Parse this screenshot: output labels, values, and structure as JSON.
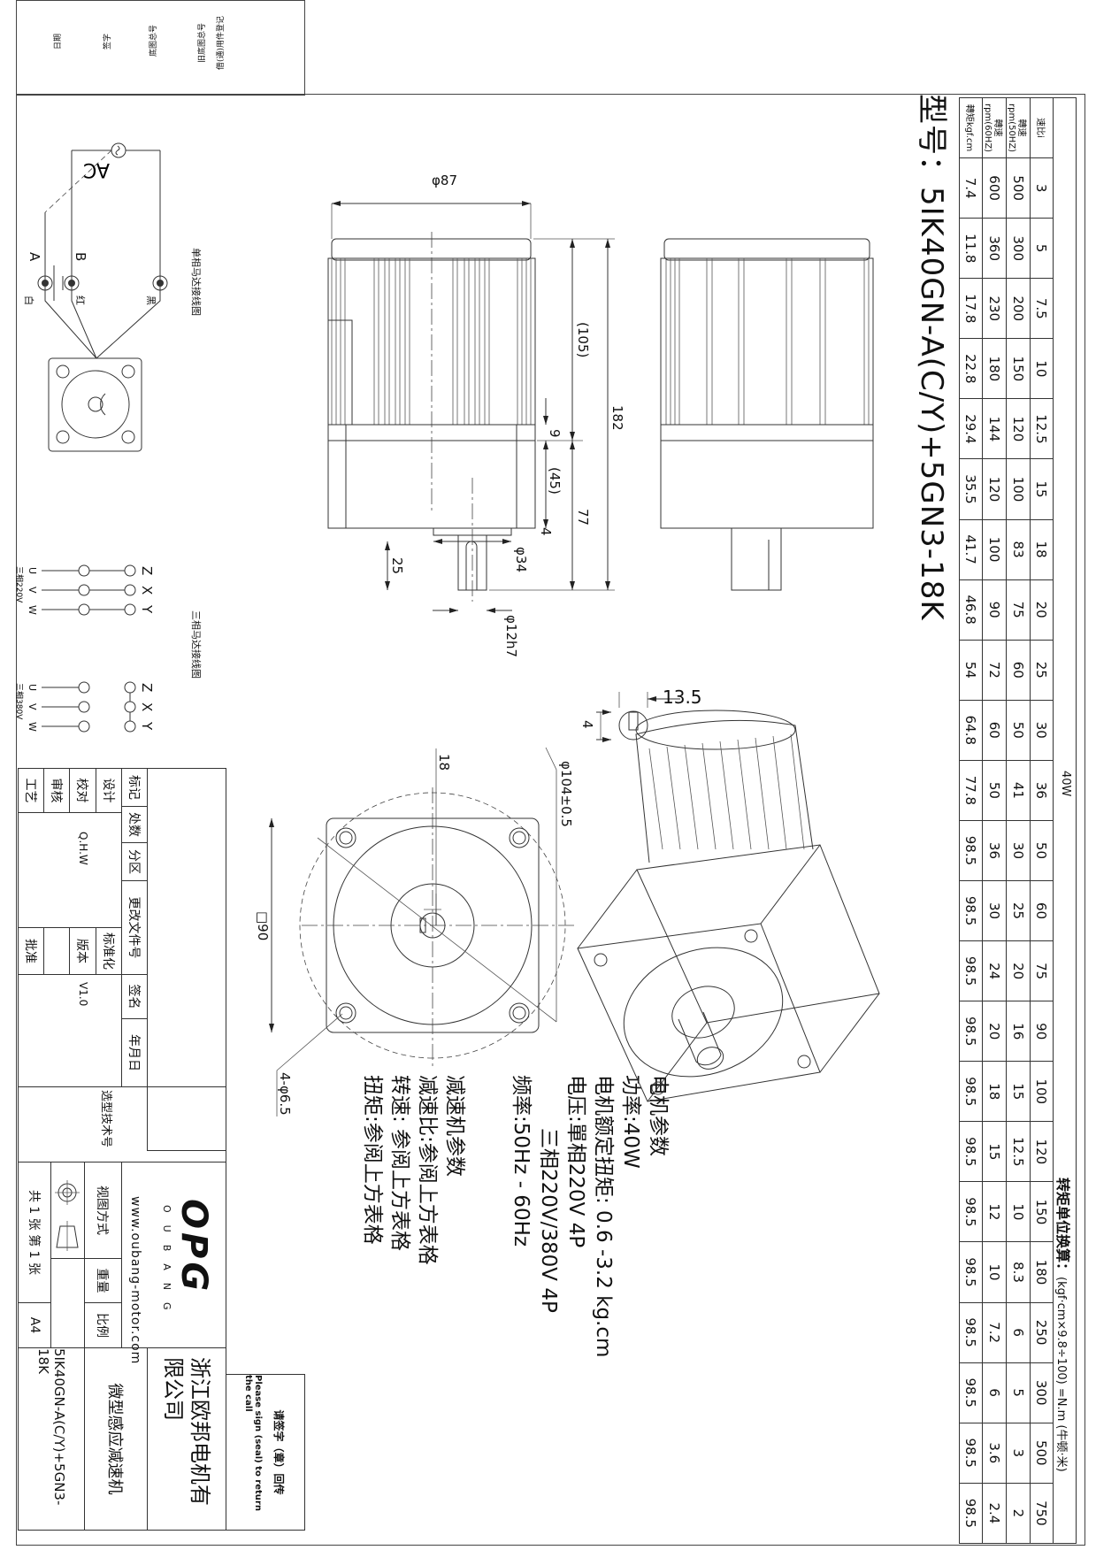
{
  "model_title": "型号：5IK40GN-A(C/Y)+5GN3-18K",
  "spec_table": {
    "power_label": "40W",
    "conversion_title": "转矩单位换算：",
    "conversion_formula": "(kgf·cm×9.8÷100) =N.m (牛顿·米)",
    "row_headers": [
      "速比i",
      "轉速rpm(50HZ)",
      "轉速rpm(60HZ)",
      "轉矩kgf.cm"
    ],
    "ratio": [
      "3",
      "5",
      "7.5",
      "10",
      "12.5",
      "15",
      "18",
      "20",
      "25",
      "30",
      "36",
      "50",
      "60",
      "75",
      "90",
      "100",
      "120",
      "150",
      "180",
      "250",
      "300",
      "500",
      "750"
    ],
    "rpm_50hz": [
      "500",
      "300",
      "200",
      "150",
      "120",
      "100",
      "83",
      "75",
      "60",
      "50",
      "41",
      "30",
      "25",
      "20",
      "16",
      "15",
      "12.5",
      "10",
      "8.3",
      "6",
      "5",
      "3",
      "2"
    ],
    "rpm_60hz": [
      "600",
      "360",
      "230",
      "180",
      "144",
      "120",
      "100",
      "90",
      "72",
      "60",
      "50",
      "36",
      "30",
      "24",
      "20",
      "18",
      "15",
      "12",
      "10",
      "7.2",
      "6",
      "3.6",
      "2.4"
    ],
    "torque_kgfcm": [
      "7.4",
      "11.8",
      "17.8",
      "22.8",
      "29.4",
      "35.5",
      "41.7",
      "46.8",
      "54",
      "64.8",
      "77.8",
      "98.5",
      "98.5",
      "98.5",
      "98.5",
      "98.5",
      "98.5",
      "98.5",
      "98.5",
      "98.5",
      "98.5",
      "98.5",
      "98.5"
    ]
  },
  "notes": {
    "motor_heading": "电机参数",
    "power": "功率:40W",
    "rated_torque": "电机额定扭矩: 0.6 -3.2 kg.cm",
    "voltage_1": "电压:單相220V  4P",
    "voltage_2": "三相220V/380V  4P",
    "frequency": "频率:50Hz - 60Hz",
    "gear_heading": "减速机参数",
    "gear_ratio": "减速比:参阅上方表格",
    "speed": "转速:  参阅上方表格",
    "torque": "扭矩:参阅上方表格"
  },
  "dimensions": {
    "d87": "φ87",
    "l105": "(105)",
    "l182": "182",
    "l9": "9",
    "l45": "(45)",
    "l77": "77",
    "l4": "4",
    "d34": "φ34",
    "l25": "25",
    "d12": "φ12h7",
    "key_w": "13.5",
    "key_d": "4",
    "l18": "18",
    "sq90": "□90",
    "d104": "φ104±0.5",
    "holes": "4-φ6.5"
  },
  "wiring": {
    "single_title": "单相马达接线图",
    "ac": "AC",
    "a": "A",
    "b": "B",
    "white": "白",
    "red": "红",
    "black": "黑",
    "three_title": "三相马达接线图",
    "u": "U",
    "v": "V",
    "w": "W",
    "z": "Z",
    "x": "X",
    "y": "Y",
    "v220": "三相220V",
    "v380": "三相380V"
  },
  "binding_strip": [
    "日期",
    "签字",
    "底图总号",
    "旧底图总号",
    "借(通)用件登记"
  ],
  "title_block": {
    "mark": "标记",
    "count": "处数",
    "zone": "分区",
    "change_doc": "更改文件号",
    "sign": "签名",
    "date": "年月日",
    "design": "设计",
    "check": "校对",
    "review": "审核",
    "process": "工艺",
    "standard": "标准化",
    "version": "版本",
    "approve": "批准",
    "checker_name": "Q.H.W",
    "version_value": "V1.0",
    "selection_no": "选型技术号",
    "logo": "OPG",
    "logo_sub": "OUBANG",
    "website": "www.oubang-motor.com",
    "company": "浙江欧邦电机有限公司",
    "product": "微型感应减速机",
    "model": "5IK40GN-A(C/Y)+5GN3-18K",
    "view_method": "视图方式",
    "weight": "重量",
    "scale": "比例",
    "sheets": "共 1 张 第 1 张",
    "paper": "A4",
    "sign_return_cn": "请签字（章）回传",
    "sign_return_en": "Please sign (seal) to return the call"
  }
}
